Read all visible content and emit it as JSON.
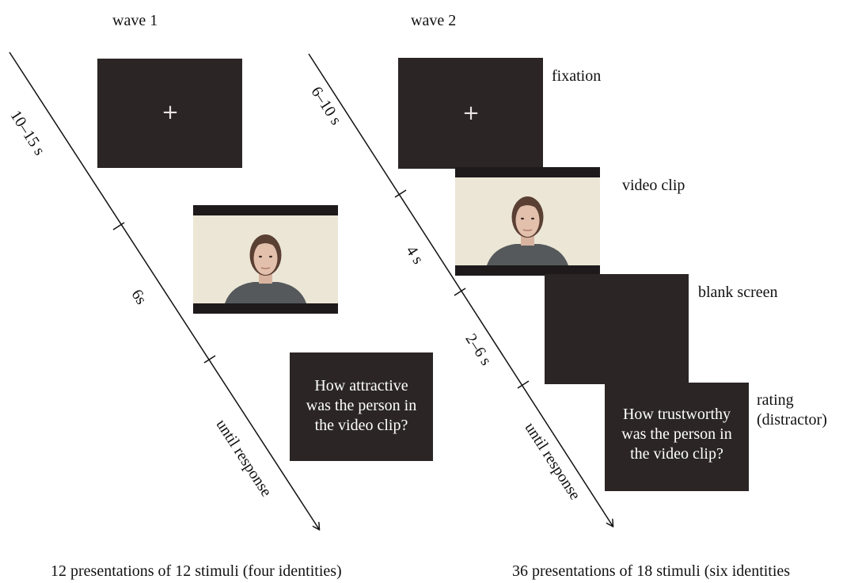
{
  "colors": {
    "panel": "#2b2526",
    "background": "#ffffff",
    "text": "#111111",
    "video_bg": "#ece6d6"
  },
  "icons": {
    "fixation": "plus-cross",
    "video": "face-portrait"
  },
  "wave1": {
    "title": "wave 1",
    "fixation_symbol": "+",
    "timeline_labels": [
      "10–15 s",
      "6s",
      "until response"
    ],
    "question": "How attractive\nwas the person in\nthe video clip?",
    "caption": "12 presentations of 12 stimuli (four identities)"
  },
  "wave2": {
    "title": "wave 2",
    "fixation_symbol": "+",
    "timeline_labels": [
      "6–10 s",
      "4 s",
      "2–6 s",
      "until response"
    ],
    "question": "How trustworthy\nwas the person in\nthe video clip?",
    "caption": "36 presentations of 18 stimuli (six identities",
    "screen_labels": {
      "fixation": "fixation",
      "video": "video clip",
      "blank": "blank screen",
      "rating": "rating\n(distractor)"
    }
  }
}
